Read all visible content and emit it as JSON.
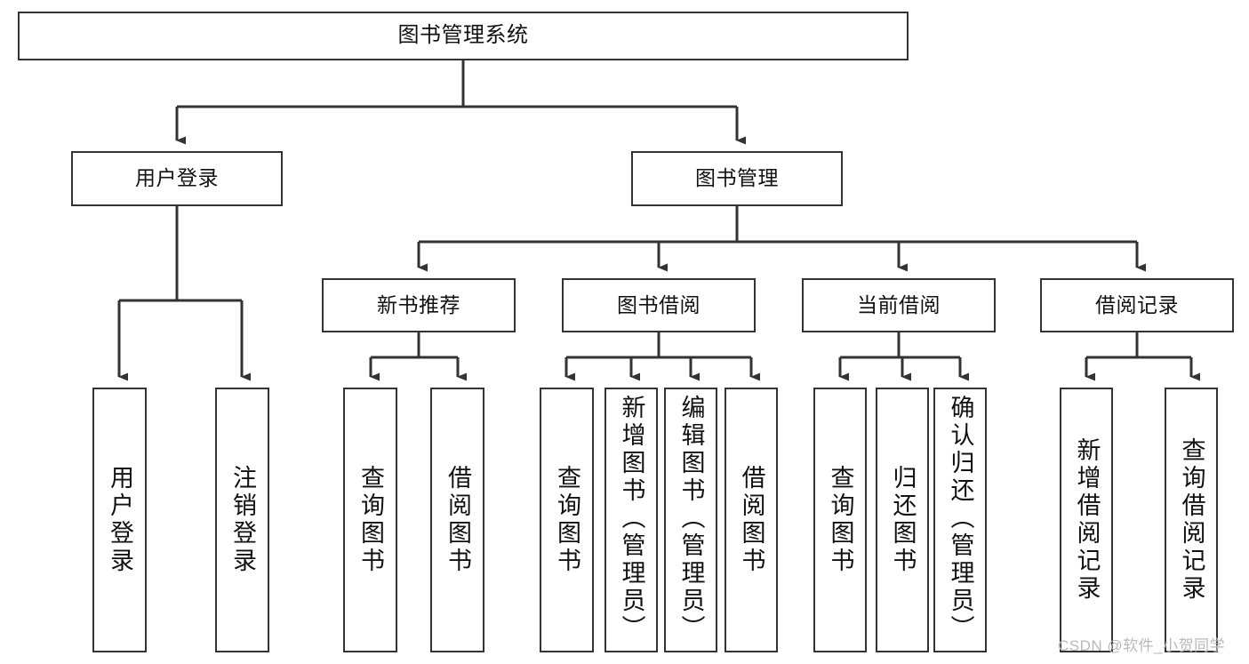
{
  "diagram": {
    "title": "图书管理系统",
    "type": "tree-hierarchy-chart",
    "colors": {
      "box_border": "#333333",
      "box_fill": "#ffffff",
      "connector": "#333333",
      "text": "#111111",
      "watermark": "#b9b9b9",
      "background": "#ffffff"
    },
    "watermark": "CSDN @软件_小贺同学",
    "levels": [
      {
        "level": 1,
        "nodes": [
          {
            "id": "root",
            "label": "图书管理系统",
            "orientation": "horizontal"
          }
        ]
      },
      {
        "level": 2,
        "nodes": [
          {
            "id": "user-login",
            "label": "用户登录",
            "orientation": "horizontal",
            "parent": "root"
          },
          {
            "id": "book-manage",
            "label": "图书管理",
            "orientation": "horizontal",
            "parent": "root"
          }
        ]
      },
      {
        "level": 3,
        "nodes": [
          {
            "id": "new-book-recommend",
            "label": "新书推荐",
            "orientation": "horizontal",
            "parent": "book-manage"
          },
          {
            "id": "book-borrow",
            "label": "图书借阅",
            "orientation": "horizontal",
            "parent": "book-manage"
          },
          {
            "id": "current-borrow",
            "label": "当前借阅",
            "orientation": "horizontal",
            "parent": "book-manage"
          },
          {
            "id": "borrow-record",
            "label": "借阅记录",
            "orientation": "horizontal",
            "parent": "book-manage"
          }
        ]
      },
      {
        "level": 4,
        "nodes": [
          {
            "id": "leaf-user-login",
            "label": "用户登录",
            "orientation": "vertical",
            "parent": "user-login"
          },
          {
            "id": "leaf-logout",
            "label": "注销登录",
            "orientation": "vertical",
            "parent": "user-login"
          },
          {
            "id": "leaf-query-book-1",
            "label": "查询图书",
            "orientation": "vertical",
            "parent": "new-book-recommend"
          },
          {
            "id": "leaf-borrow-book-1",
            "label": "借阅图书",
            "orientation": "vertical",
            "parent": "new-book-recommend"
          },
          {
            "id": "leaf-query-book-2",
            "label": "查询图书",
            "orientation": "vertical",
            "parent": "book-borrow"
          },
          {
            "id": "leaf-add-book",
            "label": "新增图书（管理员）",
            "orientation": "vertical",
            "parent": "book-borrow"
          },
          {
            "id": "leaf-edit-book",
            "label": "编辑图书（管理员）",
            "orientation": "vertical",
            "parent": "book-borrow"
          },
          {
            "id": "leaf-borrow-book-2",
            "label": "借阅图书",
            "orientation": "vertical",
            "parent": "book-borrow"
          },
          {
            "id": "leaf-query-book-3",
            "label": "查询图书",
            "orientation": "vertical",
            "parent": "current-borrow"
          },
          {
            "id": "leaf-return-book",
            "label": "归还图书",
            "orientation": "vertical",
            "parent": "current-borrow"
          },
          {
            "id": "leaf-confirm-return",
            "label": "确认归还（管理员）",
            "orientation": "vertical",
            "parent": "current-borrow"
          },
          {
            "id": "leaf-add-record",
            "label": "新增借阅记录",
            "orientation": "vertical",
            "parent": "borrow-record"
          },
          {
            "id": "leaf-query-record",
            "label": "查询借阅记录",
            "orientation": "vertical",
            "parent": "borrow-record"
          }
        ]
      }
    ]
  }
}
